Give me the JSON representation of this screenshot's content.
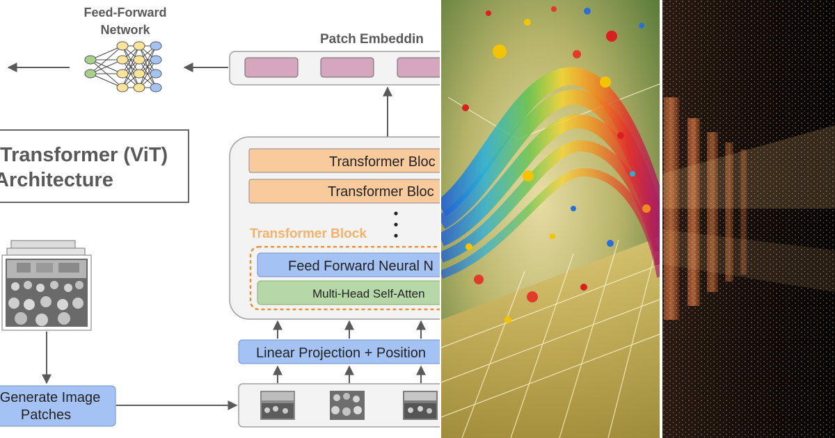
{
  "diagram": {
    "ffn_title_line1": "Feed-Forward",
    "ffn_title_line2": "Network",
    "patch_embedding_label": "Patch Embeddin",
    "title_line1": "Transformer (ViT)",
    "title_line2": "Architecture",
    "transformer_block_1": "Transformer Bloc",
    "transformer_block_2": "Transformer Bloc",
    "transformer_block_legend": "Transformer Block",
    "feed_forward_nn": "Feed Forward Neural N",
    "multi_head_attention": "Multi-Head Self-Atten",
    "linear_projection": "Linear Projection + Position",
    "generate_patches_line1": "Generate Image",
    "generate_patches_line2": "Patches",
    "colors": {
      "orange_block": "#f9cb9c",
      "orange_label": "#f6b26b",
      "blue_block": "#a4c2f4",
      "green_block": "#b6d7a8",
      "pink_token": "#d5a6bd",
      "container_gray": "#f3f3f3",
      "arrow_gray": "#595959"
    }
  },
  "panels": {
    "middle_image": "colorful-sine-wave-particles",
    "right_image": "server-room-light-particles"
  }
}
